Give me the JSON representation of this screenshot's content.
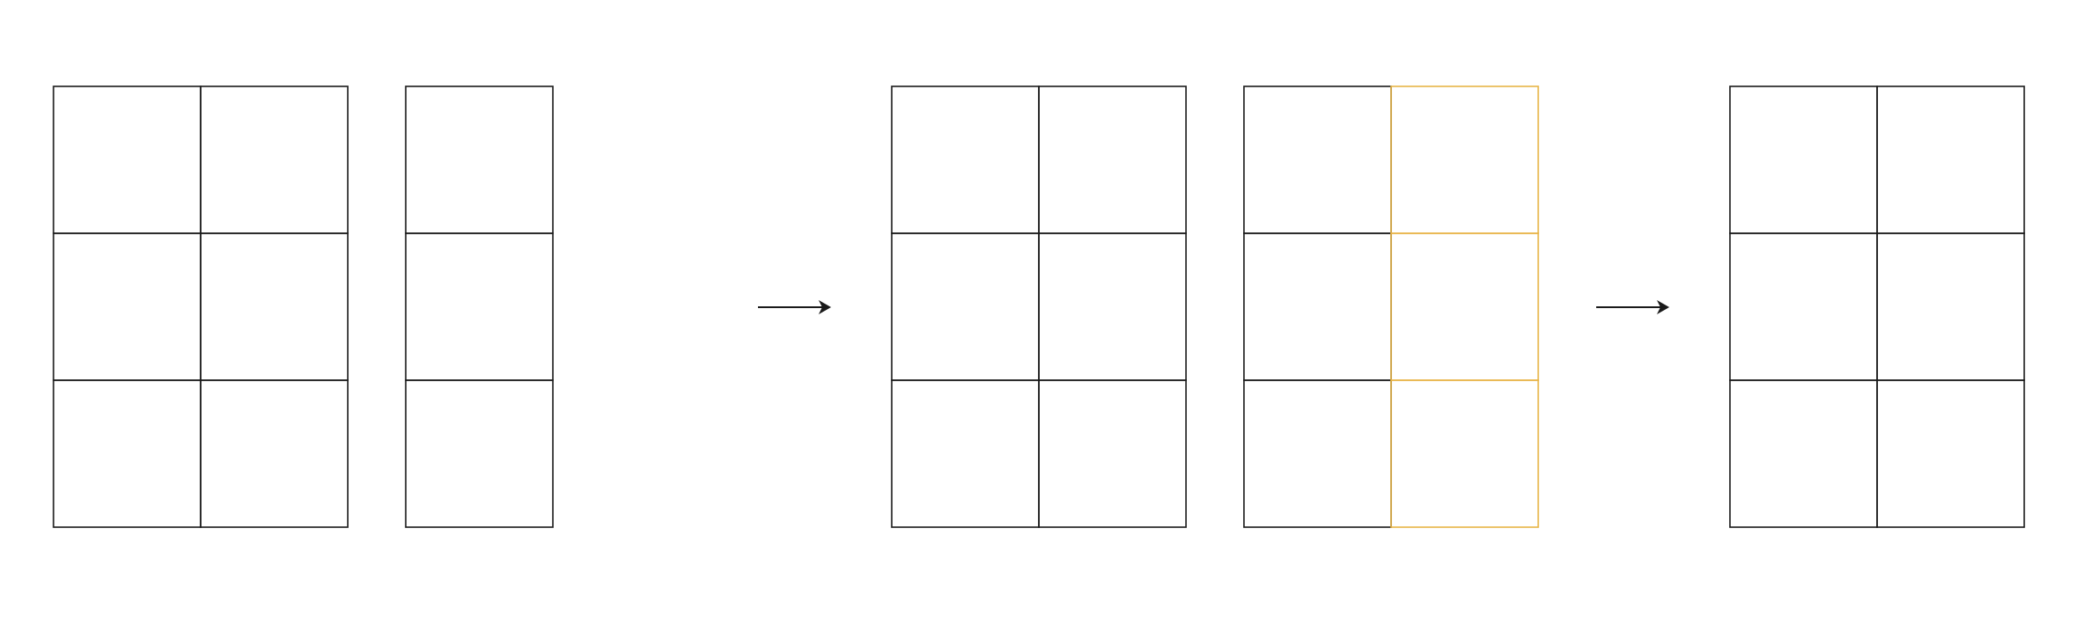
{
  "colors": {
    "background": "#ffffff",
    "grid_stroke": "#1a1a1a",
    "highlight_stroke": "#e8b548",
    "arrow": "#1a1a1a"
  },
  "diagram": {
    "stages": [
      {
        "name": "input",
        "grids": [
          {
            "name": "grid-a",
            "rows": 3,
            "cols": 2,
            "highlight_columns": []
          },
          {
            "name": "grid-b",
            "rows": 3,
            "cols": 1,
            "highlight_columns": []
          }
        ]
      },
      {
        "name": "intermediate",
        "grids": [
          {
            "name": "grid-c",
            "rows": 3,
            "cols": 2,
            "highlight_columns": []
          },
          {
            "name": "grid-d",
            "rows": 3,
            "cols": 2,
            "highlight_columns": [
              1
            ]
          }
        ]
      },
      {
        "name": "output",
        "grids": [
          {
            "name": "grid-e",
            "rows": 3,
            "cols": 2,
            "highlight_columns": []
          }
        ]
      }
    ],
    "arrows": [
      {
        "name": "arrow-1",
        "direction": "right"
      },
      {
        "name": "arrow-2",
        "direction": "right"
      }
    ]
  }
}
